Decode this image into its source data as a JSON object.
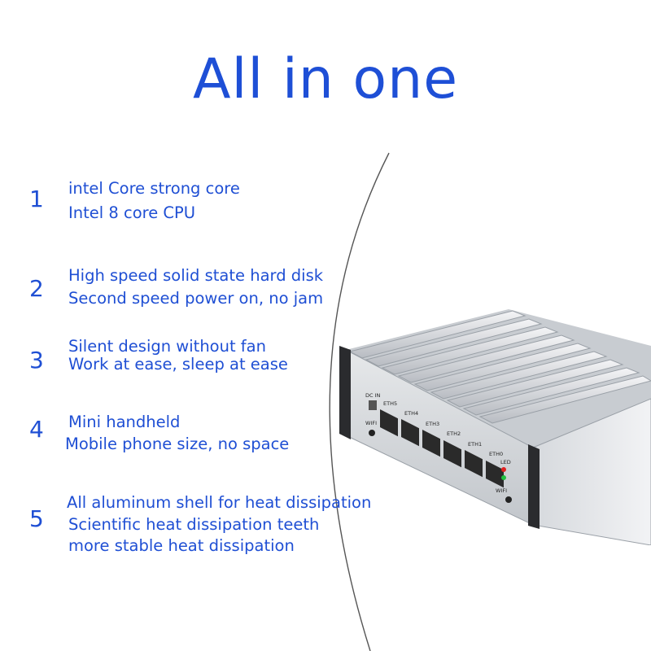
{
  "title": "All in one",
  "features": [
    {
      "number": "1",
      "lines": [
        "intel Core strong core",
        "Intel 8 core CPU"
      ]
    },
    {
      "number": "2",
      "lines": [
        "High speed solid state hard disk",
        "Second speed power on, no jam"
      ]
    },
    {
      "number": "3",
      "lines": [
        "Silent design without fan",
        "Work at ease, sleep at ease"
      ]
    },
    {
      "number": "4",
      "lines": [
        "Mini handheld",
        "Mobile phone size, no space"
      ]
    },
    {
      "number": "5",
      "lines": [
        "All aluminum shell for heat dissipation",
        "Scientific heat dissipation teeth",
        "more stable heat dissipation"
      ]
    }
  ],
  "device": {
    "port_labels": [
      "ETH5",
      "ETH4",
      "ETH3",
      "ETH2",
      "ETH1",
      "ETH0"
    ],
    "dc_label": "DC IN",
    "wifi_label_left": "WIFI",
    "led_label": "LED",
    "wifi_label_right": "WIFI"
  },
  "colors": {
    "accent": "#1e4fd6",
    "led_red": "#e02020",
    "led_green": "#20c040"
  }
}
